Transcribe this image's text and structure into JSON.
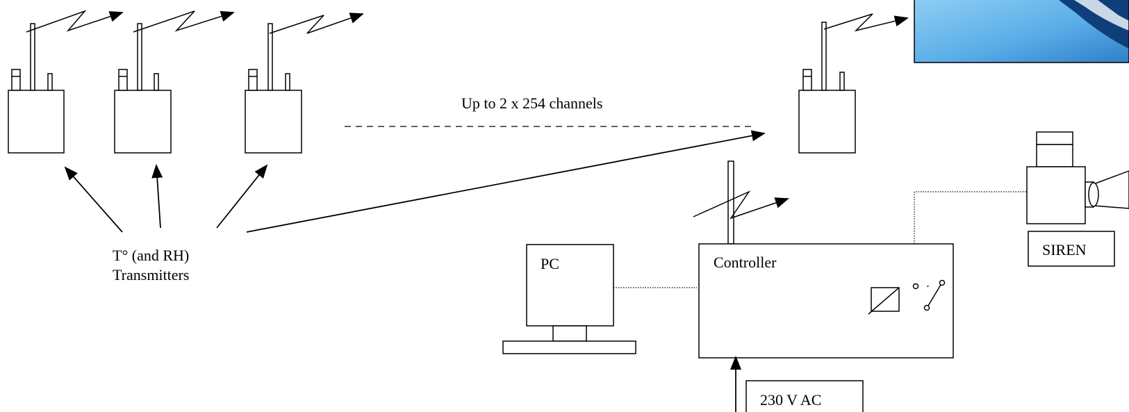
{
  "labels": {
    "channels": "Up to 2 x 254 channels",
    "transmitters_line1": "T° (and RH)",
    "transmitters_line2": "Transmitters",
    "pc": "PC",
    "controller": "Controller",
    "siren": "SIREN",
    "power": "230 V AC"
  },
  "colors": {
    "stroke": "#000000",
    "background": "#ffffff",
    "photo_light": "#8ecdf3",
    "photo_mid": "#5aaee8",
    "photo_dark": "#0e3f7a"
  }
}
